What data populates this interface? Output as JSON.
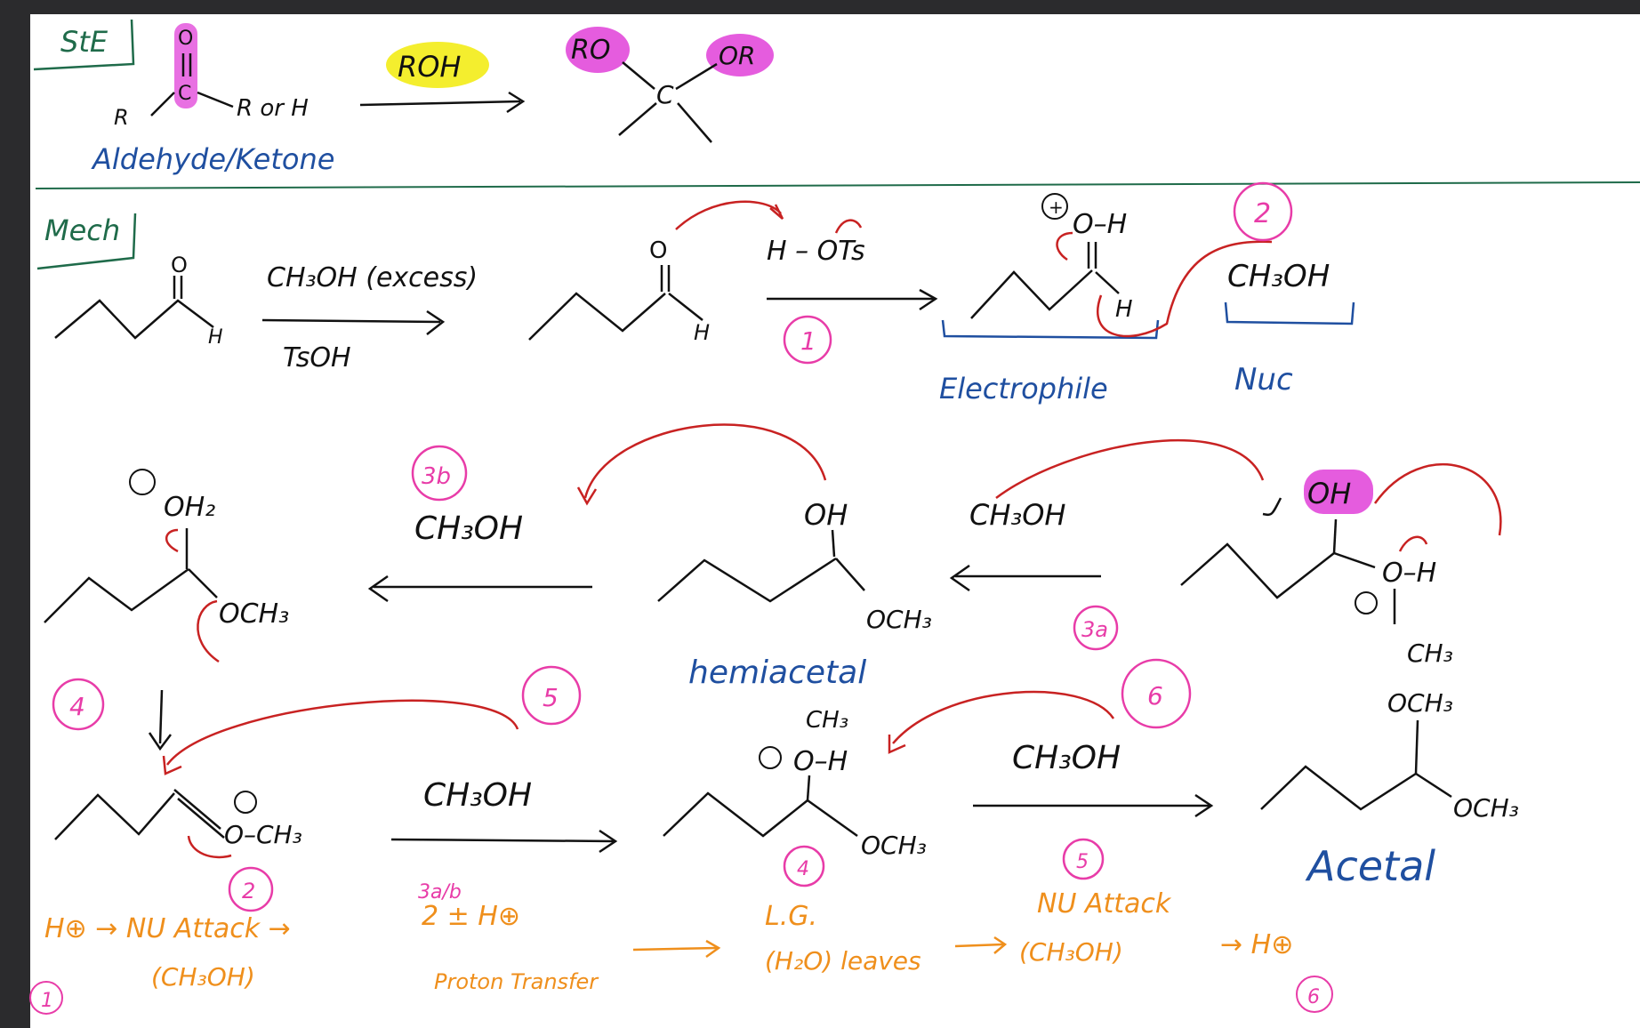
{
  "colors": {
    "frame": "#2b2b2d",
    "page": "#ffffff",
    "ink": "#111111",
    "green": "#1f6b4a",
    "blue": "#1f4fa0",
    "red": "#c82222",
    "pink": "#e83ca8",
    "magenta_hl": "#e040d8",
    "yellow_hl": "#f4ee2e",
    "orange": "#ef8f1c"
  },
  "header": {
    "tag": "StE",
    "reagent": "ROH",
    "carbonyl_o": "O",
    "carbonyl_c": "C",
    "r_left": "R",
    "r_right": "R or H",
    "reactant_label": "Aldehyde/Ketone",
    "product_ro": "RO",
    "product_or": "OR",
    "product_c": "C"
  },
  "mech": {
    "tag": "Mech",
    "row1": {
      "aldehyde_o": "O",
      "aldehyde_h": "H",
      "reagent_top": "CH₃OH (excess)",
      "reagent_bottom": "TsOH",
      "o_2": "O",
      "h_2": "H",
      "acid": "H – OTs",
      "step1": "1",
      "prot_o": "O–H",
      "prot_plus": "+",
      "h_3": "H",
      "electrophile": "Electrophile",
      "step2": "2",
      "nuc_formula": "CH₃OH",
      "nuc": "Nuc"
    },
    "row2": {
      "oh2": "OH₂",
      "och3_a": "OCH₃",
      "step3b": "3b",
      "meoh_3b": "CH₃OH",
      "oh_hemi": "OH",
      "och3_hemi": "OCH₃",
      "hemiacetal": "hemiacetal",
      "meoh_3a": "CH₃OH",
      "step3a": "3a",
      "oh_right": "OH",
      "o_h_right": "O–H",
      "ch3_right": "CH₃"
    },
    "row3": {
      "step4": "4",
      "oxo_o": "O",
      "oxo_ch3": "–CH₃",
      "step5a": "5",
      "meoh_5": "CH₃OH",
      "step2b": "2",
      "step4b": "4",
      "prot_ch3": "CH₃",
      "prot_oh": "O–H",
      "och3_c": "OCH₃",
      "step6": "6",
      "meoh_6": "CH₃OH",
      "step5b": "5",
      "acetal_och3_top": "OCH₃",
      "acetal_och3_right": "OCH₃",
      "acetal": "Acetal"
    },
    "summary": {
      "s1": "H⊕ → NU Attack →",
      "s1b": "(CH₃OH)",
      "s2": "2 ± H⊕",
      "s2b": "Proton Transfer",
      "s3": "L.G.",
      "s3b": "(H₂O) leaves",
      "s4": "NU Attack",
      "s4b": "(CH₃OH)",
      "s5": "→ H⊕",
      "n1": "1",
      "n2": "3a/b",
      "n3": "6"
    }
  }
}
